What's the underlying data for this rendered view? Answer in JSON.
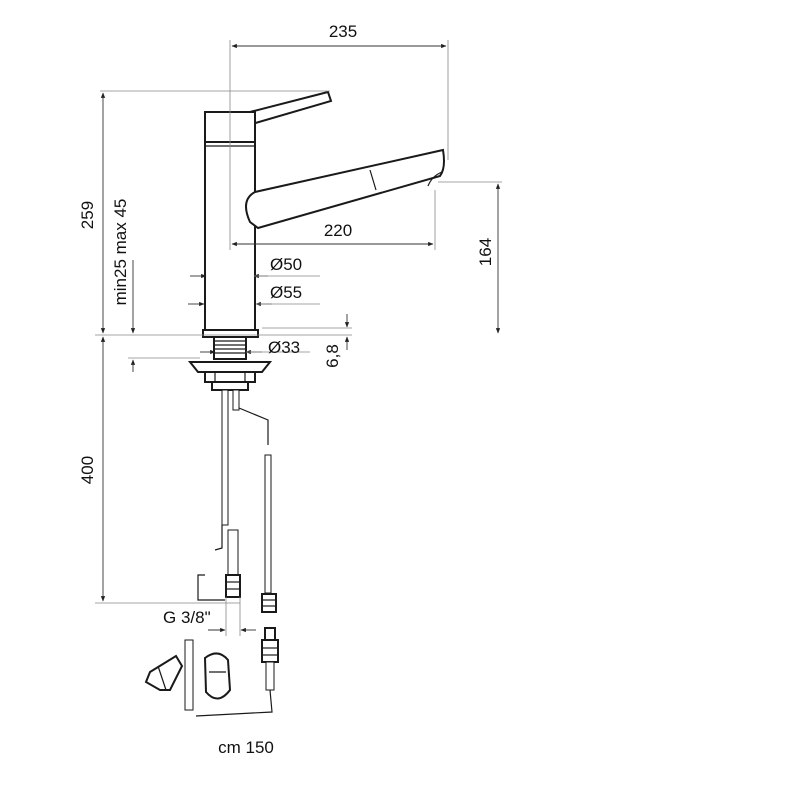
{
  "dimensions": {
    "overall_reach": "235",
    "total_height": "259",
    "spout_reach": "220",
    "spout_height": "164",
    "body_diameter": "Ø50",
    "base_diameter": "Ø55",
    "thread_diameter": "Ø33",
    "deck_thickness_range": "min25 max 45",
    "base_height": "6,8",
    "below_deck_length": "400",
    "connection_thread": "G 3/8\"",
    "hose_length": "cm 150"
  }
}
